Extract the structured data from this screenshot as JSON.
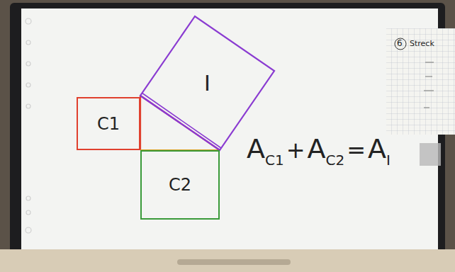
{
  "diagram": {
    "nodes": [
      {
        "text": [
          "I"
        ]
      },
      {
        "text": [
          "C1"
        ]
      },
      {
        "text": [
          "C2"
        ]
      }
    ],
    "labels": [
      "A",
      "C1",
      "+",
      "A",
      "C2",
      "=",
      "A",
      "I",
      "6",
      "Streck"
    ]
  }
}
